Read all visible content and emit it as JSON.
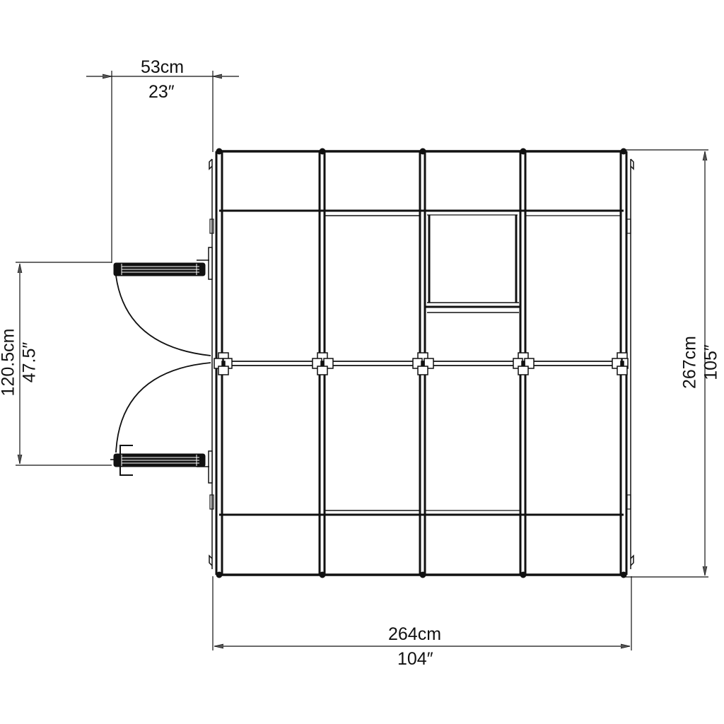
{
  "diagram": {
    "type": "greenhouse-floor-plan-top-view",
    "line_color": "#111111",
    "background": "#ffffff",
    "grid": {
      "columns": 4,
      "rows": 4
    },
    "dimensions": {
      "door_swing": {
        "metric": "53cm",
        "imperial": "23″"
      },
      "door_opening": {
        "metric": "120.5cm",
        "imperial": "47.5″"
      },
      "depth": {
        "metric": "267cm",
        "imperial": "105″"
      },
      "width": {
        "metric": "264cm",
        "imperial": "104″"
      }
    },
    "components": [
      "double-door-left",
      "double-door-right",
      "roof-vent-window",
      "center-ridge-connectors"
    ]
  }
}
